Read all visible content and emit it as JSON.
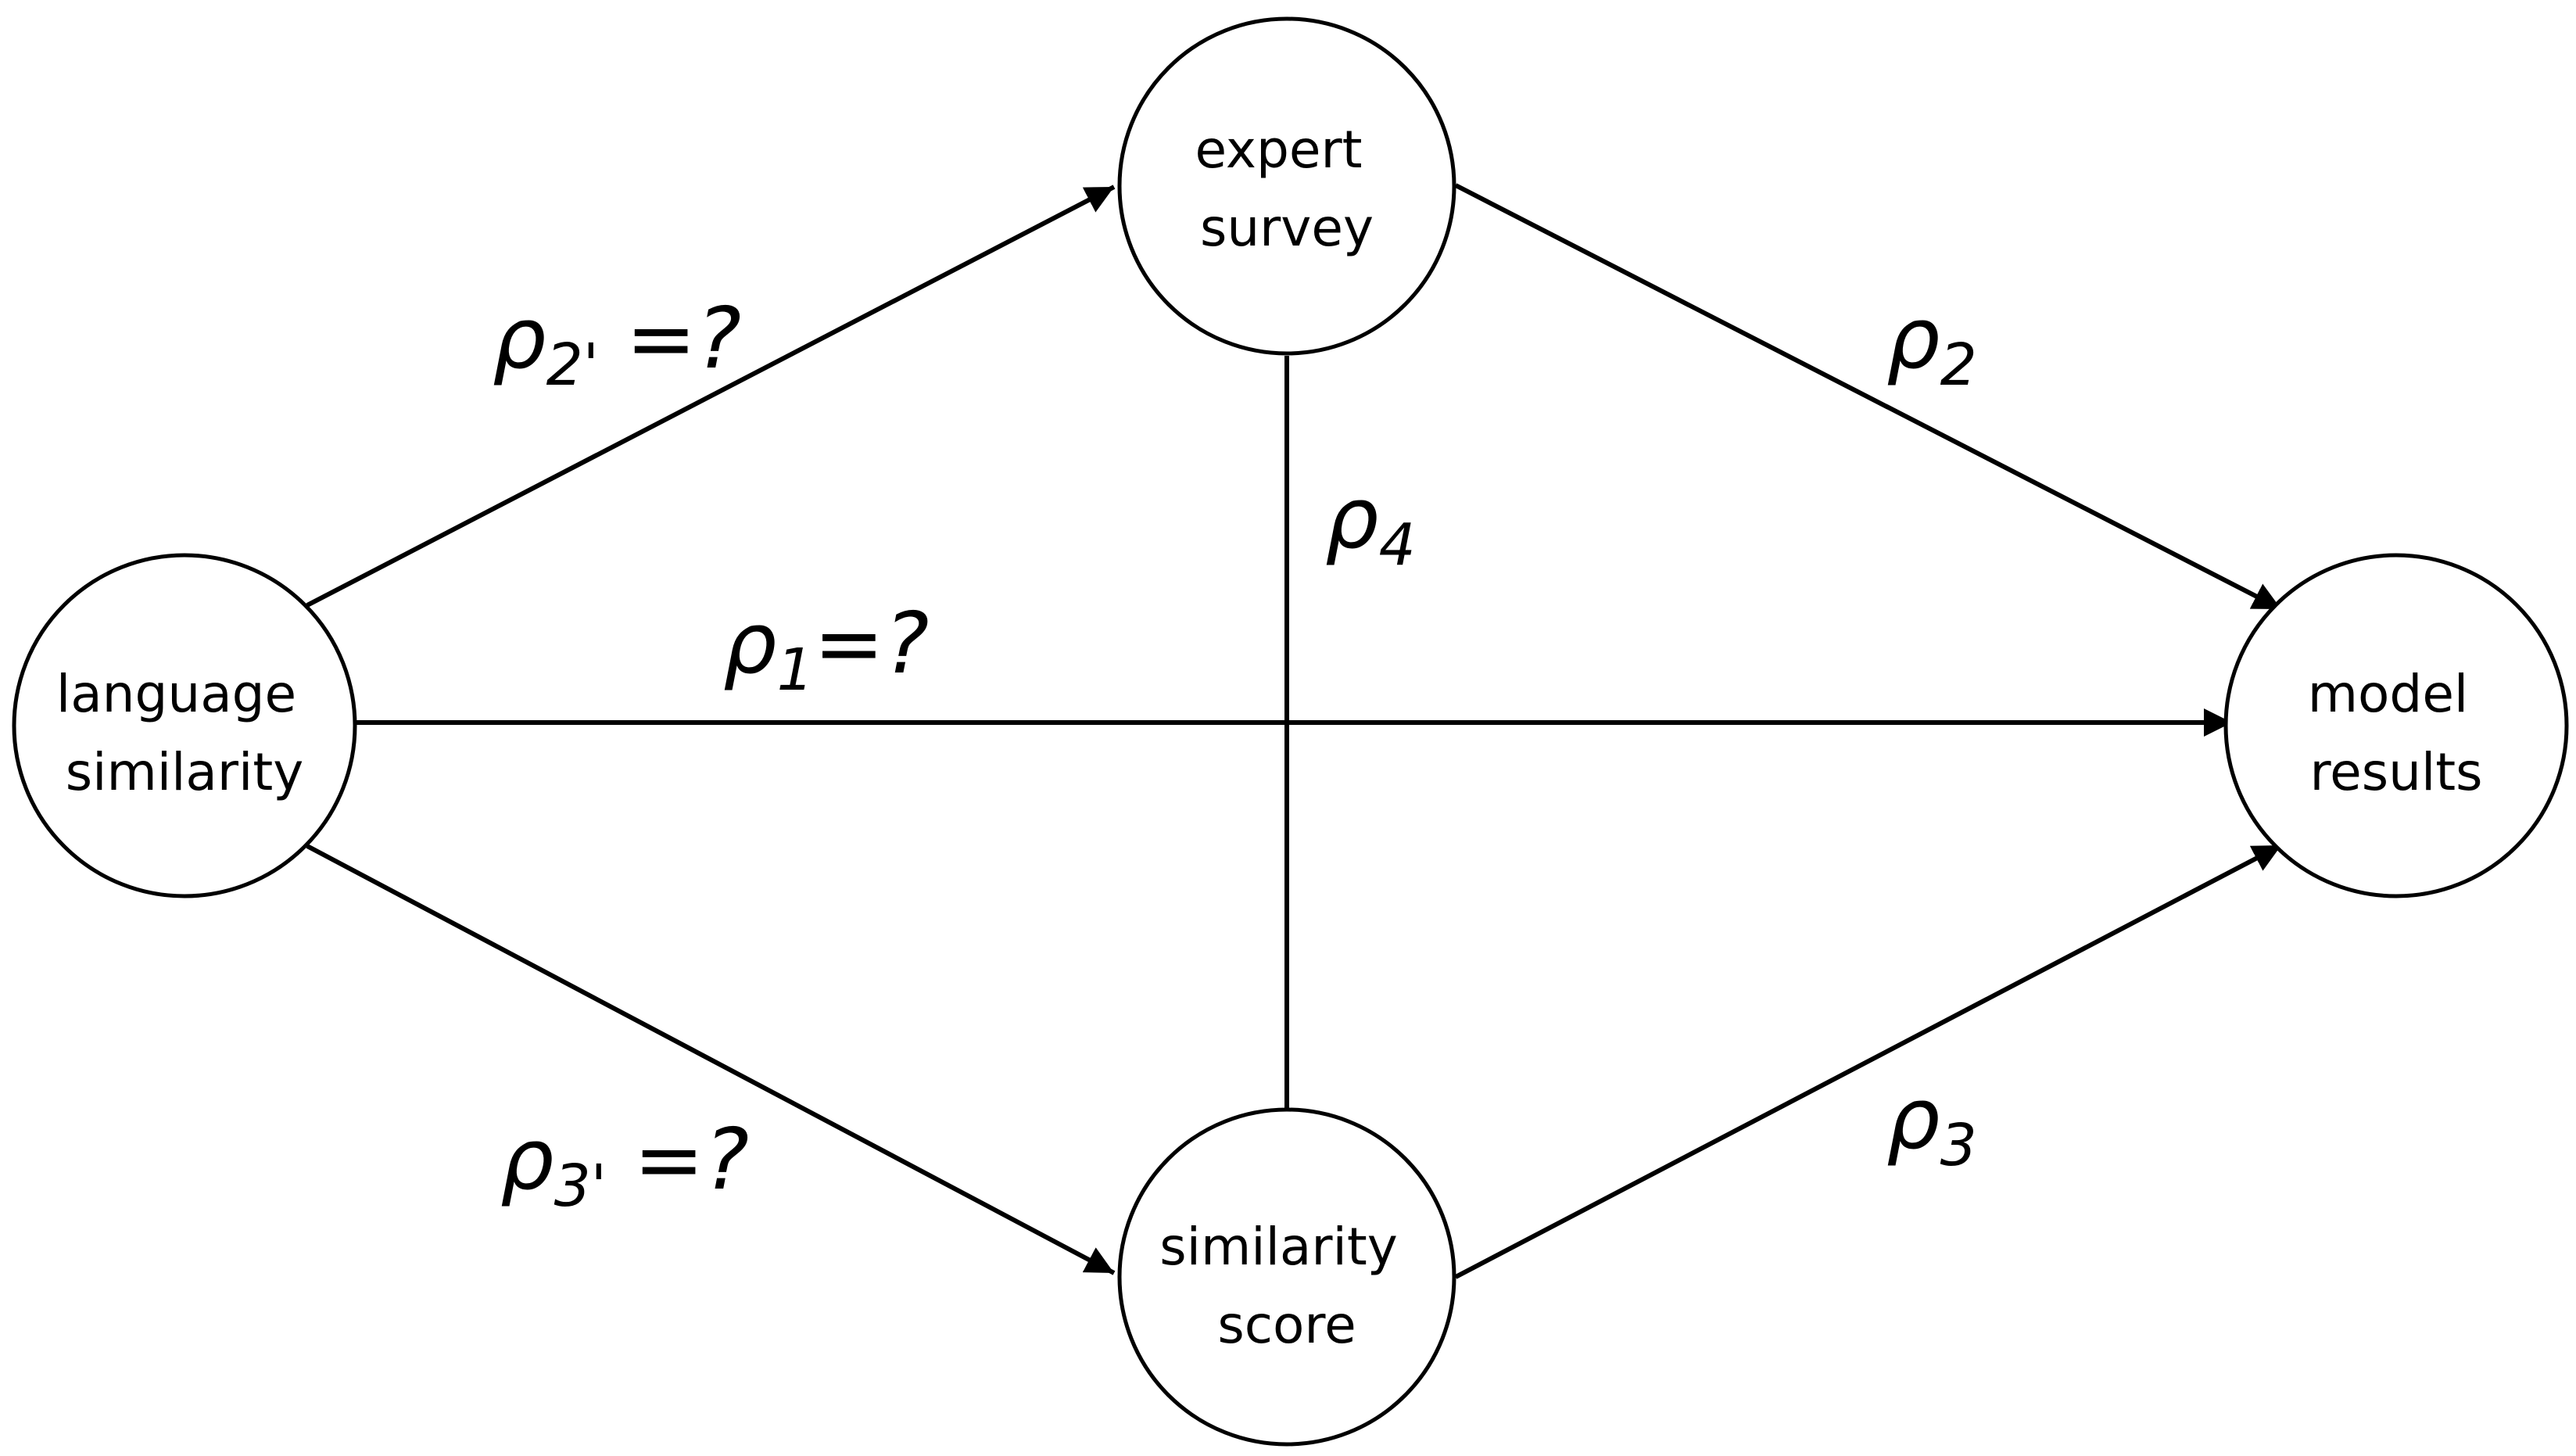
{
  "nodes": {
    "language_similarity": {
      "line1": "language",
      "line2": "similarity"
    },
    "expert_survey": {
      "line1": "expert",
      "line2": "survey"
    },
    "similarity_score": {
      "line1": "similarity",
      "line2": "score"
    },
    "model_results": {
      "line1": "model",
      "line2": "results"
    }
  },
  "edges": {
    "rho1": {
      "symbol": "ρ",
      "sub": "1",
      "suffix": "=?"
    },
    "rho2prime": {
      "symbol": "ρ",
      "sub": "2'",
      "suffix": " =?"
    },
    "rho3prime": {
      "symbol": "ρ",
      "sub": "3'",
      "suffix": " =?"
    },
    "rho2": {
      "symbol": "ρ",
      "sub": "2",
      "suffix": ""
    },
    "rho3": {
      "symbol": "ρ",
      "sub": "3",
      "suffix": ""
    },
    "rho4": {
      "symbol": "ρ",
      "sub": "4",
      "suffix": ""
    }
  },
  "colors": {
    "stroke": "#000000",
    "background": "#ffffff"
  }
}
